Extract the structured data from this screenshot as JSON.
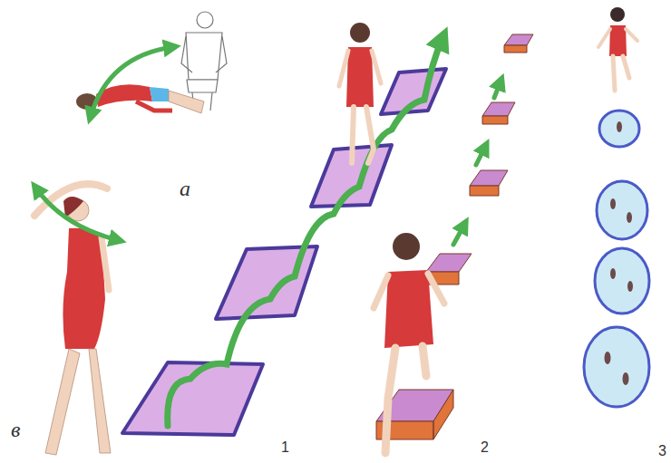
{
  "diagram": {
    "labels": [
      "а",
      "в",
      "1",
      "2",
      "3"
    ]
  }
}
